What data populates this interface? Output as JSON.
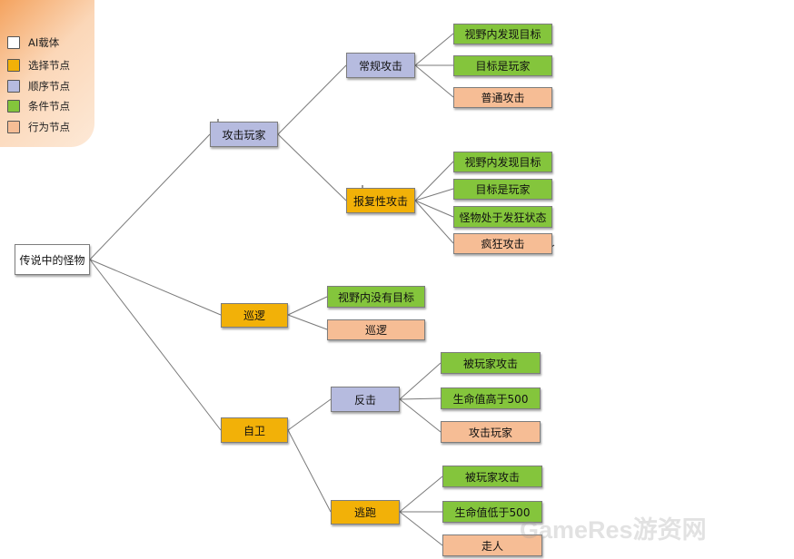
{
  "legend": {
    "items": [
      {
        "label": "AI载体",
        "color": "#ffffff"
      },
      {
        "label": "选择节点",
        "color": "#f2b108"
      },
      {
        "label": "顺序节点",
        "color": "#b6bbdf"
      },
      {
        "label": "条件节点",
        "color": "#84c53c"
      },
      {
        "label": "行为节点",
        "color": "#f6bd95"
      }
    ]
  },
  "tree": {
    "root": "传说中的怪物",
    "attack_player": "攻击玩家",
    "normal_attack_seq": "常规攻击",
    "normal_see_target": "视野内发现目标",
    "normal_target_is_player": "目标是玩家",
    "normal_attack_action": "普通攻击",
    "revenge_attack_sel": "报复性攻击",
    "revenge_see_target": "视野内发现目标",
    "revenge_target_is_player": "目标是玩家",
    "revenge_berserk_state": "怪物处于发狂状态",
    "revenge_crazy_attack": "疯狂攻击",
    "patrol_sel": "巡逻",
    "patrol_no_target": "视野内没有目标",
    "patrol_action": "巡逻",
    "self_defense": "自卫",
    "counter_seq": "反击",
    "counter_attacked": "被玩家攻击",
    "counter_hp_high": "生命值高于500",
    "counter_attack_player": "攻击玩家",
    "flee_sel": "逃跑",
    "flee_attacked": "被玩家攻击",
    "flee_hp_low": "生命值低于500",
    "flee_walk_away": "走人"
  },
  "watermark": "GameRes游资网"
}
